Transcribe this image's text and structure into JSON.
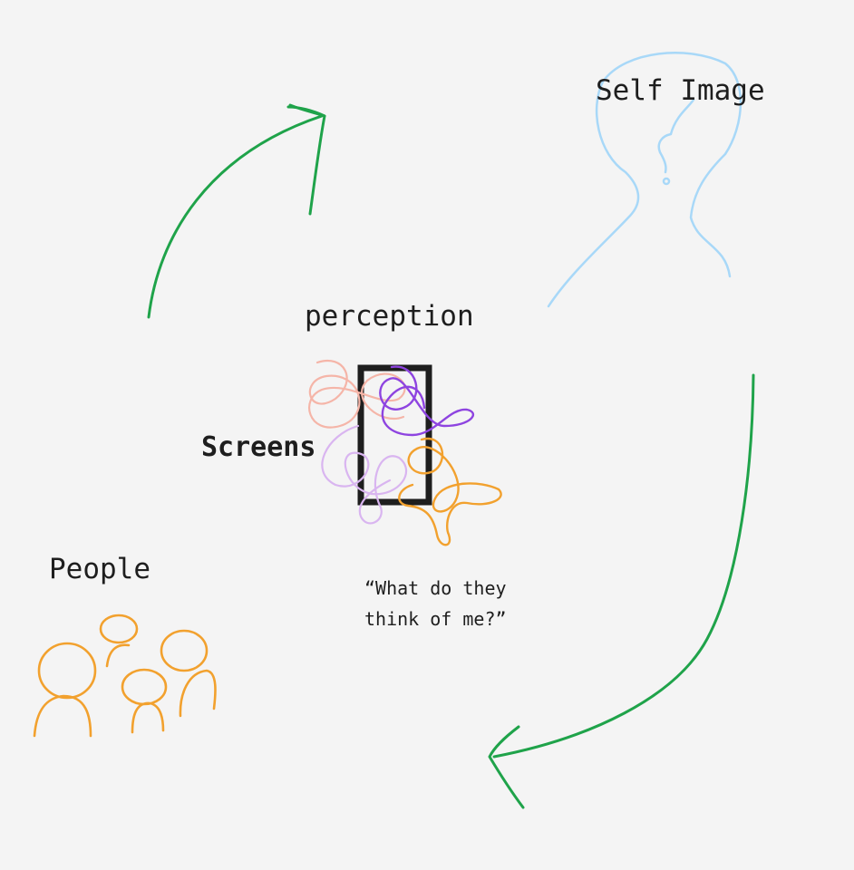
{
  "diagram": {
    "labels": {
      "self_image": "Self Image",
      "perception": "perception",
      "screens": "Screens",
      "people": "People",
      "quote_line1": "“What do they",
      "quote_line2": "think of me?”"
    },
    "colors": {
      "background": "#f4f4f4",
      "text": "#1e1e1e",
      "arrow": "#1fa34a",
      "self_figure": "#a8d8f8",
      "people_figures": "#f2a12e",
      "phone": "#1e1e1e",
      "scribble_pink": "#f5b5a8",
      "scribble_lilac": "#d9b5f0",
      "scribble_purple": "#8e44e0",
      "scribble_orange": "#f2a12e"
    },
    "icons": {
      "self_figure": "person-outline-with-question-mark",
      "people": "group-of-people",
      "phone": "phone-screen",
      "arrows": "cycle-arrows"
    }
  }
}
